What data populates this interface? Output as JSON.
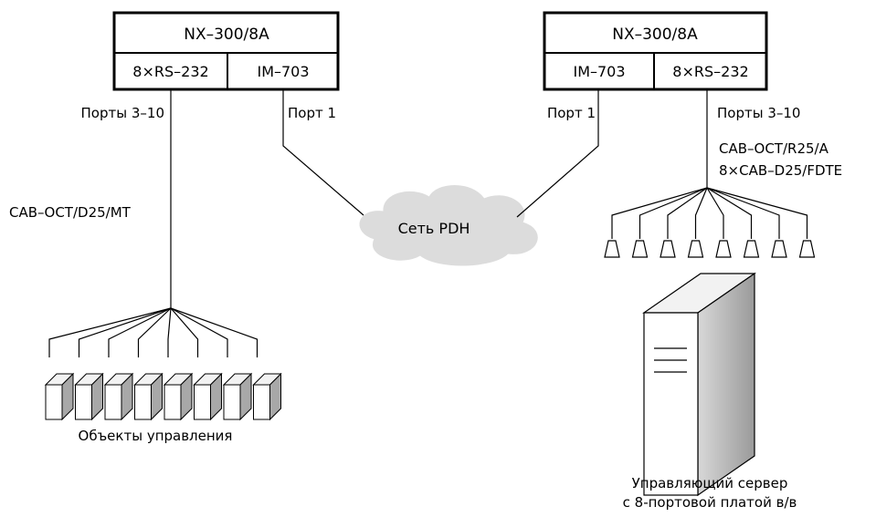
{
  "left_device": {
    "title": "NX–300/8A",
    "port_a": "8×RS–232",
    "port_b": "IM–703"
  },
  "right_device": {
    "title": "NX–300/8A",
    "port_a": "IM–703",
    "port_b": "8×RS–232"
  },
  "labels": {
    "left_ports": "Порты 3–10",
    "left_port1": "Порт 1",
    "right_port1": "Порт 1",
    "right_ports": "Порты 3–10",
    "left_cable": "CAB–OCT/D25/MT",
    "right_cable_1": "CAB–OCT/R25/A",
    "right_cable_2": "8×CAB–D25/FDTE",
    "network": "Сеть PDH",
    "objects": "Объекты управления",
    "server_1": "Управляющий сервер",
    "server_2": "с 8-портовой платой в/в"
  }
}
